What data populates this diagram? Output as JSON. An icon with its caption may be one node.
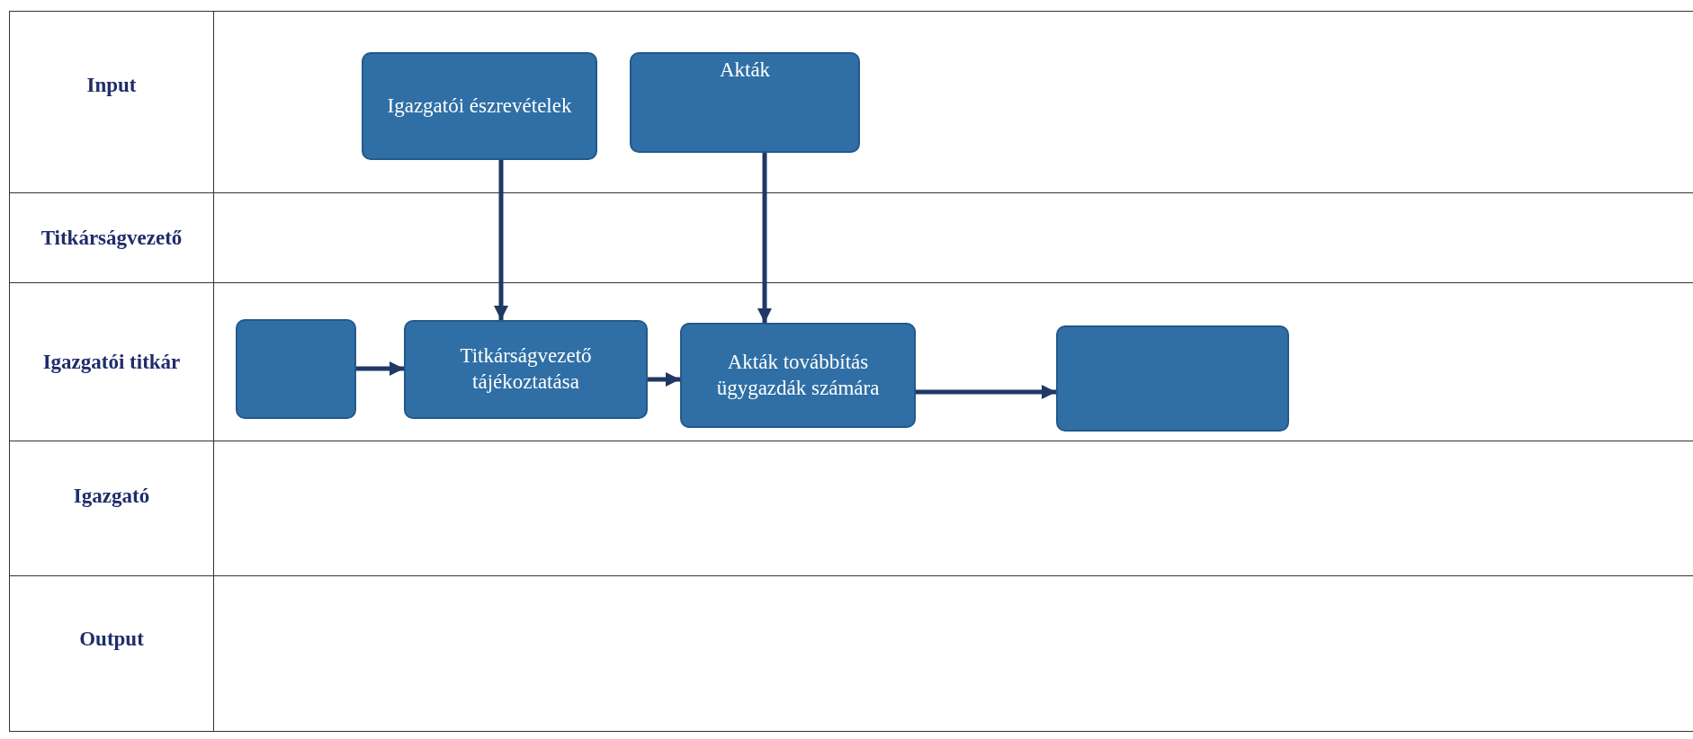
{
  "diagram": {
    "nodes": [
      {
        "text": [
          "Input"
        ]
      },
      {
        "text": [
          "Titkárságvezető"
        ]
      },
      {
        "text": [
          "Igazgatói titkár"
        ]
      },
      {
        "text": [
          "Igazgató"
        ]
      },
      {
        "text": [
          "Output"
        ]
      },
      {
        "text": [
          "Igazgatói észrevételek"
        ]
      },
      {
        "text": [
          "Akták"
        ]
      },
      {
        "text": [],
        "shape": "box"
      },
      {
        "text": [
          "Titkárságvezető tájékoztatása"
        ]
      },
      {
        "text": [
          "Akták továbbítás ügygazdák számára"
        ]
      },
      {
        "text": [],
        "shape": "box"
      }
    ],
    "edges": [
      {
        "from": 5,
        "to": 8,
        "arrow": "to"
      },
      {
        "from": 6,
        "to": 9,
        "arrow": "to"
      },
      {
        "from": 7,
        "to": 8,
        "arrow": "to"
      },
      {
        "from": 8,
        "to": 9,
        "arrow": "to"
      },
      {
        "from": 9,
        "to": 10,
        "arrow": "to"
      }
    ]
  }
}
